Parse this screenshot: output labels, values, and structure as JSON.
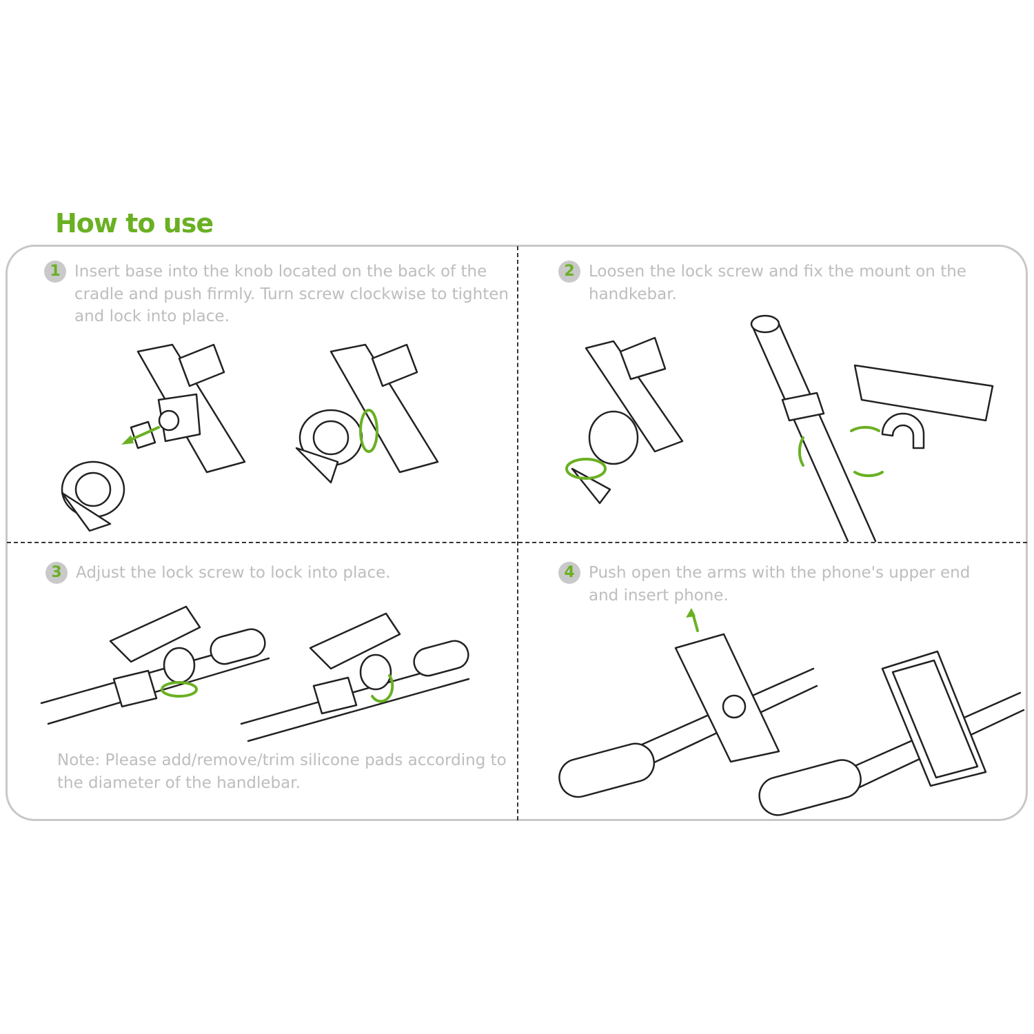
{
  "title": "How to use",
  "steps": [
    {
      "number": "1",
      "text": "Insert base into the knob located on the back of the cradle and push firmly. Turn screw clockwise to tighten and lock into place."
    },
    {
      "number": "2",
      "text": "Loosen the lock screw and fix the mount on the handkebar."
    },
    {
      "number": "3",
      "text": "Adjust the lock screw to lock into place."
    },
    {
      "number": "4",
      "text": "Push open the arms with the phone's upper end and insert phone."
    }
  ],
  "note": "Note: Please add/remove/trim silicone pads according to the diameter of the handlebar.",
  "colors": {
    "accent": "#6ab023",
    "text": "#bdbdbd",
    "frame": "#c8c8c8"
  }
}
